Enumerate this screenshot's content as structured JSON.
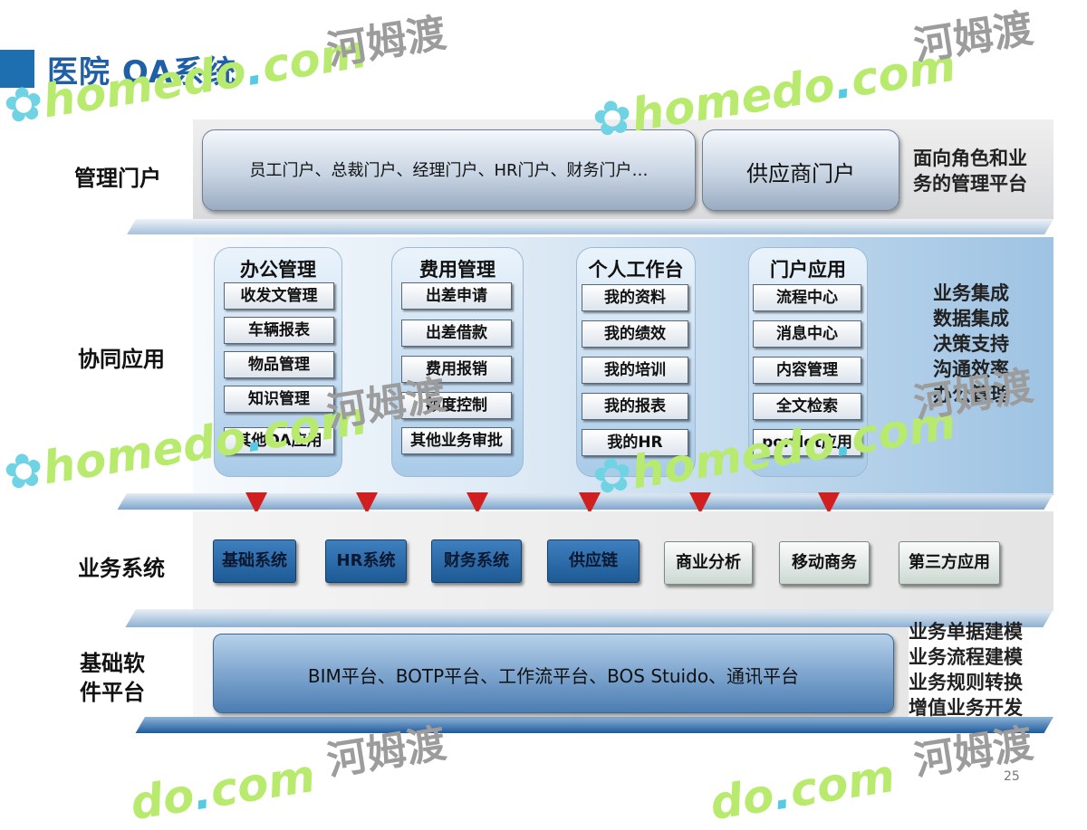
{
  "title": "医院 OA系统",
  "layers": {
    "portal": {
      "label": "管理门户",
      "left_box": "员工门户、总裁门户、经理门户、HR门户、财务门户…",
      "right_box": "供应商门户",
      "side_lines": [
        "面向角色和业",
        "务的管理平台"
      ]
    },
    "collab": {
      "label": "协同应用",
      "side_lines": [
        "业务集成",
        "数据集成",
        "决策支持",
        "沟通效率",
        "办公管理"
      ],
      "panels": [
        {
          "title": "办公管理",
          "items": [
            "收发文管理",
            "车辆报表",
            "物品管理",
            "知识管理",
            "其他OA应用"
          ]
        },
        {
          "title": "费用管理",
          "items": [
            "出差申请",
            "出差借款",
            "费用报销",
            "额度控制",
            "其他业务审批"
          ]
        },
        {
          "title": "个人工作台",
          "items": [
            "我的资料",
            "我的绩效",
            "我的培训",
            "我的报表",
            "我的HR"
          ]
        },
        {
          "title": "门户应用",
          "items": [
            "流程中心",
            "消息中心",
            "内容管理",
            "全文检索",
            "portlet应用"
          ]
        }
      ]
    },
    "business": {
      "label": "业务系统",
      "systems": [
        "基础系统",
        "HR系统",
        "财务系统",
        "供应链",
        "商业分析",
        "移动商务",
        "第三方应用"
      ]
    },
    "platform": {
      "label_lines": [
        "基础软",
        "件平台"
      ],
      "box": "BIM平台、BOTP平台、工作流平台、BOS Stuido、通讯平台",
      "side_lines": [
        "业务单据建模",
        "业务流程建模",
        "业务规则转换",
        "增值业务开发"
      ]
    }
  },
  "watermark": {
    "latin": "homedo",
    "dot": ".",
    "com": "com",
    "cn": "河姆渡",
    "icon_name": "flower-logo-icon"
  },
  "page_number": "25",
  "colors": {
    "title": "#1f5fa6",
    "title_bar": "#1e6fb0",
    "system_dark": "#2a6aaa",
    "arrow": "#d11f1f"
  }
}
